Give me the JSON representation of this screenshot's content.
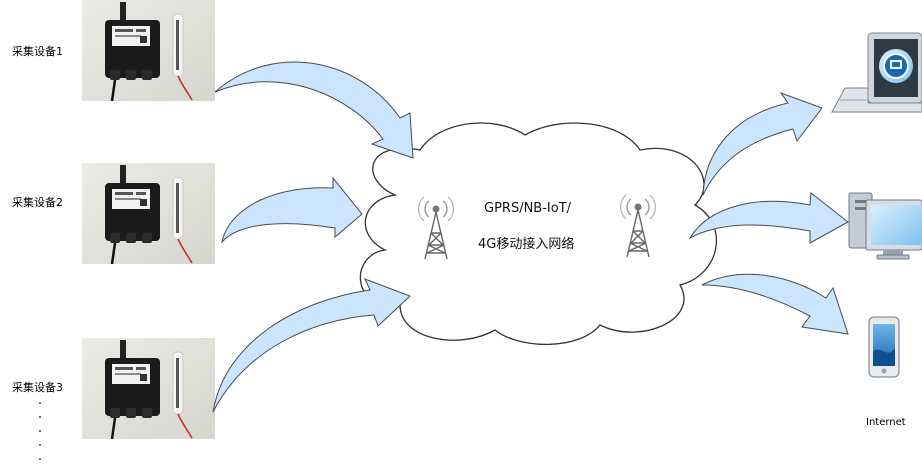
{
  "devices": [
    {
      "label": "采集设备1"
    },
    {
      "label": "采集设备2"
    },
    {
      "label": "采集设备3"
    }
  ],
  "network": {
    "line1": "GPRS/NB-IoT/",
    "line2": "4G移动接入网络"
  },
  "endpoints": {
    "internet_label": "Internet"
  },
  "colors": {
    "arrow_fill": "#cce5ff",
    "arrow_stroke": "#4a4a4a",
    "cloud_stroke": "#333333",
    "device_body": "#1b1b1b",
    "photo_bg": "#e3e3de"
  }
}
